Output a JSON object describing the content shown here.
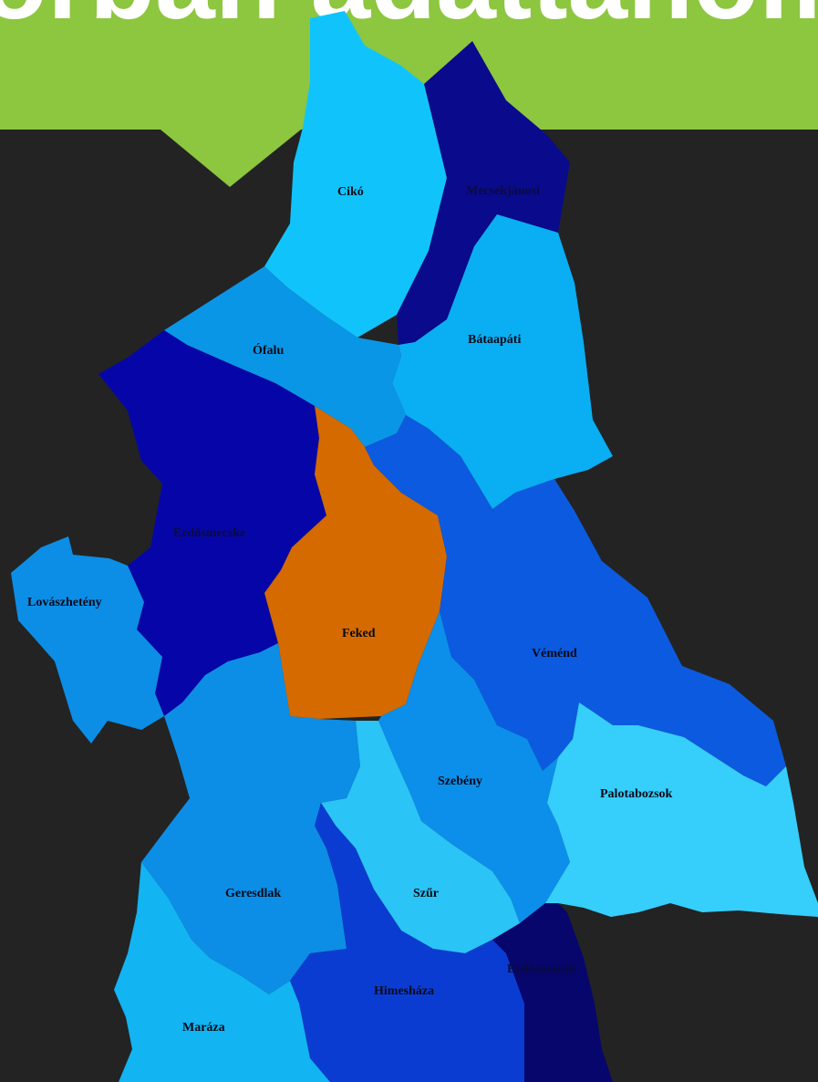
{
  "banner": {
    "title": "orban adattanome",
    "fill": "#8dc63f"
  },
  "map": {
    "background": "#232323",
    "highlight_color": "#d46a00",
    "regions": [
      {
        "id": "ciko",
        "label": "Cikó",
        "color": "#10c4fb"
      },
      {
        "id": "mucsfa",
        "label": "Mecsekjánosi",
        "color": "#0a0a8c"
      },
      {
        "id": "bataapati",
        "label": "Bátaapáti",
        "color": "#0aaef2"
      },
      {
        "id": "ofalu",
        "label": "Ófalu",
        "color": "#0a96e6"
      },
      {
        "id": "erdosmecske",
        "label": "Erdősmecske",
        "color": "#0606a8"
      },
      {
        "id": "feked",
        "label": "Feked",
        "color": "#d46a00"
      },
      {
        "id": "lovaszheteny",
        "label": "Lovászhetény",
        "color": "#0c8ee6"
      },
      {
        "id": "vemend",
        "label": "Véménd",
        "color": "#0c5ae0"
      },
      {
        "id": "szebeny",
        "label": "Szebény",
        "color": "#0b8fea"
      },
      {
        "id": "palotabozsok",
        "label": "Palotabozsok",
        "color": "#36cefb"
      },
      {
        "id": "geresdlak",
        "label": "Geresdlak",
        "color": "#0c8ee6"
      },
      {
        "id": "szur",
        "label": "Szűr",
        "color": "#2ac4f6"
      },
      {
        "id": "himeshaza",
        "label": "Himesháza",
        "color": "#0a3cd2"
      },
      {
        "id": "kisnyarad",
        "label": "Erdősmárok",
        "color": "#06066c"
      },
      {
        "id": "maraza",
        "label": "Maráza",
        "color": "#12b4f2"
      }
    ]
  }
}
